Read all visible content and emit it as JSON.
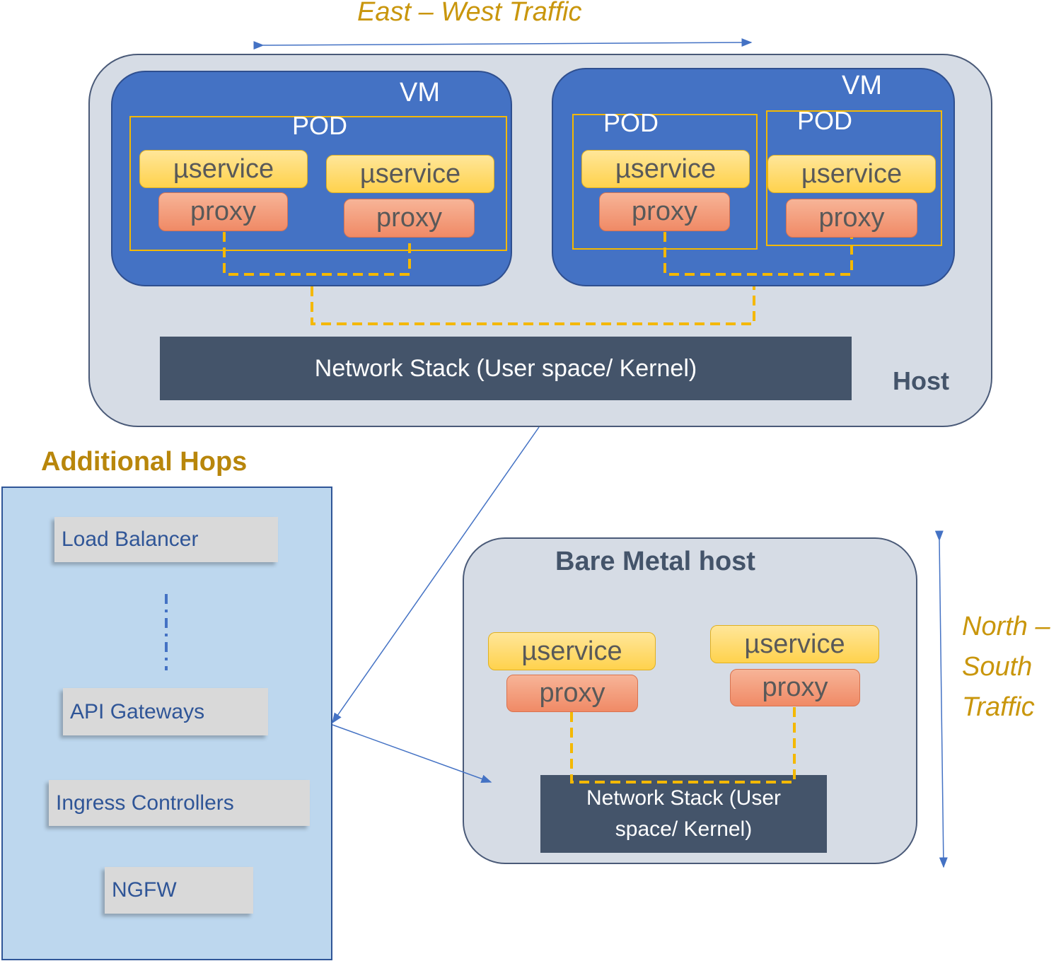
{
  "east_west_label": "East – West Traffic",
  "north_south_label": [
    "North –",
    "South",
    "Traffic"
  ],
  "host": {
    "label": "Host",
    "network_stack": "Network Stack (User space/ Kernel)",
    "vm_left": {
      "label": "VM",
      "pod": {
        "label": "POD",
        "units": [
          {
            "service": "µservice",
            "proxy": "proxy"
          },
          {
            "service": "µservice",
            "proxy": "proxy"
          }
        ]
      }
    },
    "vm_right": {
      "label": "VM",
      "pods": [
        {
          "label": "POD",
          "service": "µservice",
          "proxy": "proxy"
        },
        {
          "label": "POD",
          "service": "µservice",
          "proxy": "proxy"
        }
      ]
    }
  },
  "additional_hops": {
    "title": "Additional Hops",
    "items": [
      "Load Balancer",
      "API Gateways",
      "Ingress Controllers",
      "NGFW"
    ]
  },
  "bare_metal": {
    "title": "Bare Metal host",
    "units": [
      {
        "service": "µservice",
        "proxy": "proxy"
      },
      {
        "service": "µservice",
        "proxy": "proxy"
      }
    ],
    "network_stack": [
      "Network Stack (User",
      "space/ Kernel)"
    ]
  },
  "colors": {
    "host_fill": "#d6dce5",
    "vm_fill": "#4472c4",
    "pod_border": "#f4b800",
    "service_fill": "#ffd966",
    "proxy_fill": "#f4a582",
    "network_stack_fill": "#44546a",
    "hops_fill": "#bdd7ee",
    "arrow": "#4472c4",
    "label_gold": "#b8860b"
  }
}
